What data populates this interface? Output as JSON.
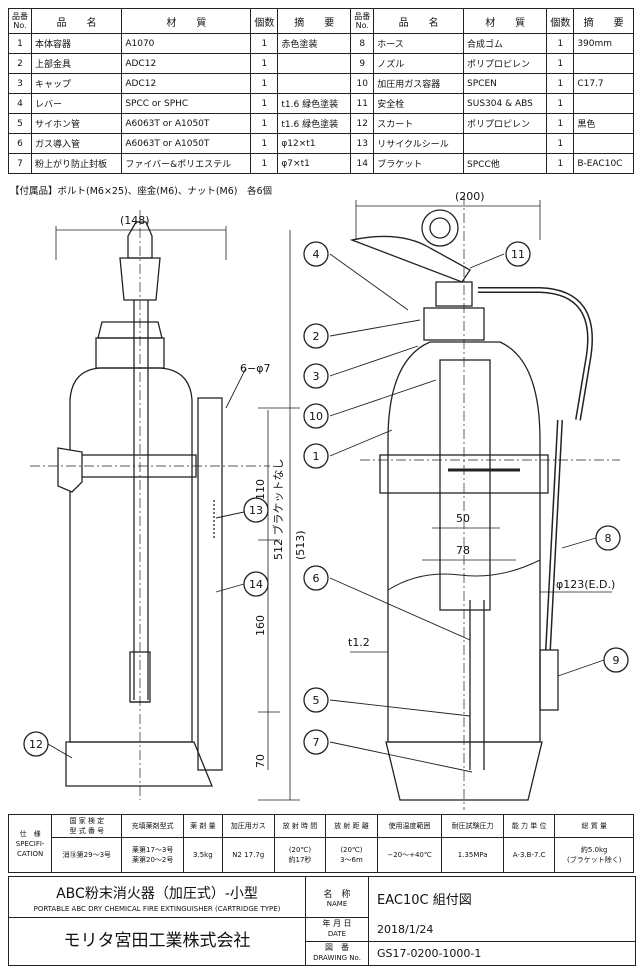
{
  "parts_header": {
    "no": "品番",
    "no_sub": "No.",
    "name": "品　　名",
    "material": "材　　質",
    "qty": "個数",
    "remarks": "摘　　要"
  },
  "parts": [
    {
      "no": "1",
      "name": "本体容器",
      "material": "A1070",
      "qty": "1",
      "remarks": "赤色塗装"
    },
    {
      "no": "2",
      "name": "上部金具",
      "material": "ADC12",
      "qty": "1",
      "remarks": ""
    },
    {
      "no": "3",
      "name": "キャップ",
      "material": "ADC12",
      "qty": "1",
      "remarks": ""
    },
    {
      "no": "4",
      "name": "レバー",
      "material": "SPCC or SPHC",
      "qty": "1",
      "remarks": "t1.6 緑色塗装"
    },
    {
      "no": "5",
      "name": "サイホン管",
      "material": "A6063T or A1050T",
      "qty": "1",
      "remarks": "t1.6 緑色塗装"
    },
    {
      "no": "6",
      "name": "ガス導入管",
      "material": "A6063T or A1050T",
      "qty": "1",
      "remarks": "φ12×t1"
    },
    {
      "no": "7",
      "name": "粉上がり防止封板",
      "material": "ファイバー&ポリエステル",
      "qty": "1",
      "remarks": "φ7×t1"
    },
    {
      "no": "8",
      "name": "ホース",
      "material": "合成ゴム",
      "qty": "1",
      "remarks": "390mm"
    },
    {
      "no": "9",
      "name": "ノズル",
      "material": "ポリプロピレン",
      "qty": "1",
      "remarks": ""
    },
    {
      "no": "10",
      "name": "加圧用ガス容器",
      "material": "SPCEN",
      "qty": "1",
      "remarks": "C17.7"
    },
    {
      "no": "11",
      "name": "安全栓",
      "material": "SUS304 & ABS",
      "qty": "1",
      "remarks": ""
    },
    {
      "no": "12",
      "name": "スカート",
      "material": "ポリプロピレン",
      "qty": "1",
      "remarks": "黒色"
    },
    {
      "no": "13",
      "name": "リサイクルシール",
      "material": "",
      "qty": "1",
      "remarks": ""
    },
    {
      "no": "14",
      "name": "ブラケット",
      "material": "SPCC他",
      "qty": "1",
      "remarks": "B-EAC10C"
    }
  ],
  "accessories_note": "【付属品】ボルト(M6×25)、座金(M6)、ナット(M6)　各6個",
  "dims": {
    "d148": "(148)",
    "d200": "(200)",
    "d6phi7": "6−φ7",
    "d512": "512 ブラケットなし",
    "d513": "(513)",
    "d110": "110",
    "d160": "160",
    "d70": "70",
    "d50": "50",
    "d78": "78",
    "d123": "φ123(E.D.)",
    "dt12": "t1.2"
  },
  "callouts": [
    "1",
    "2",
    "3",
    "4",
    "5",
    "6",
    "7",
    "8",
    "9",
    "10",
    "11",
    "12",
    "13",
    "14"
  ],
  "spec_header": [
    "仕　様",
    "国 家 検 定\n型 式 番 号",
    "充填薬剤型式",
    "薬 剤 量",
    "加圧用ガス",
    "放 射 時 間",
    "放 射 距 離",
    "使用温度範囲",
    "耐圧試験圧力",
    "能 力 単 位",
    "総 質 量"
  ],
  "spec_header_sub": "SPECIFI-\nCATION",
  "spec_values": [
    "消⑱第29〜3号",
    "薬第17〜3号\n薬第20〜2号",
    "3.5kg",
    "N2 17.7g",
    "(20℃)\n約17秒",
    "(20℃)\n3〜6m",
    "−20〜+40℃",
    "1.35MPa",
    "A-3.B-7.C",
    "約5.0kg\n(ブラケット除く)"
  ],
  "title_block": {
    "product_jp": "ABC粉末消火器（加圧式）-小型",
    "product_en": "PORTABLE ABC DRY CHEMICAL FIRE EXTINGUISHER (CARTRIDGE TYPE)",
    "company": "モリタ宮田工業株式会社",
    "name_label": "名　称",
    "name_label_en": "NAME",
    "name_value": "EAC10C 組付図",
    "date_label": "年 月 日",
    "date_label_en": "DATE",
    "date_value": "2018/1/24",
    "drawing_label": "図　番",
    "drawing_label_en": "DRAWING No.",
    "drawing_value": "GS17-0200-1000-1"
  }
}
